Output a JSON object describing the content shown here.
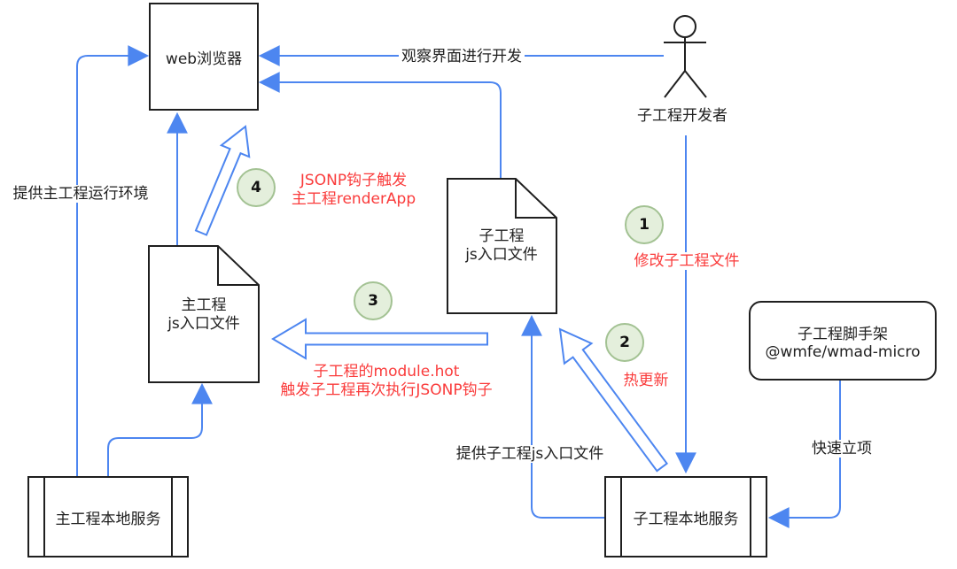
{
  "colors": {
    "connector_blue": "#4d86f0",
    "shape_border_black": "#1f1f1f",
    "annotation_red": "#fa3b3b",
    "step_circle_fill": "#e4efdc",
    "step_circle_border": "#a3c293"
  },
  "nodes": {
    "browser": {
      "label": "web浏览器"
    },
    "main_entry_doc": {
      "line1": "主工程",
      "line2": "js入口文件"
    },
    "sub_entry_doc": {
      "line1": "子工程",
      "line2": "js入口文件"
    },
    "scaffold": {
      "line1": "子工程脚手架",
      "line2": "@wmfe/wmad-micro"
    },
    "main_server": {
      "label": "主工程本地服务"
    },
    "sub_server": {
      "label": "子工程本地服务"
    },
    "developer": {
      "label": "子工程开发者"
    }
  },
  "edges": {
    "provide_main_env": {
      "label": "提供主工程运行环境"
    },
    "observe_ui": {
      "label": "观察界面进行开发"
    },
    "provide_sub_entry": {
      "label": "提供子工程js入口文件"
    },
    "quick_init": {
      "label": "快速立项"
    }
  },
  "steps": [
    {
      "num": "1",
      "label": "修改子工程文件"
    },
    {
      "num": "2",
      "label": "热更新"
    },
    {
      "num": "3",
      "line1": "子工程的module.hot",
      "line2": "触发子工程再次执行JSONP钩子"
    },
    {
      "num": "4",
      "line1": "JSONP钩子触发",
      "line2": "主工程renderApp"
    }
  ]
}
